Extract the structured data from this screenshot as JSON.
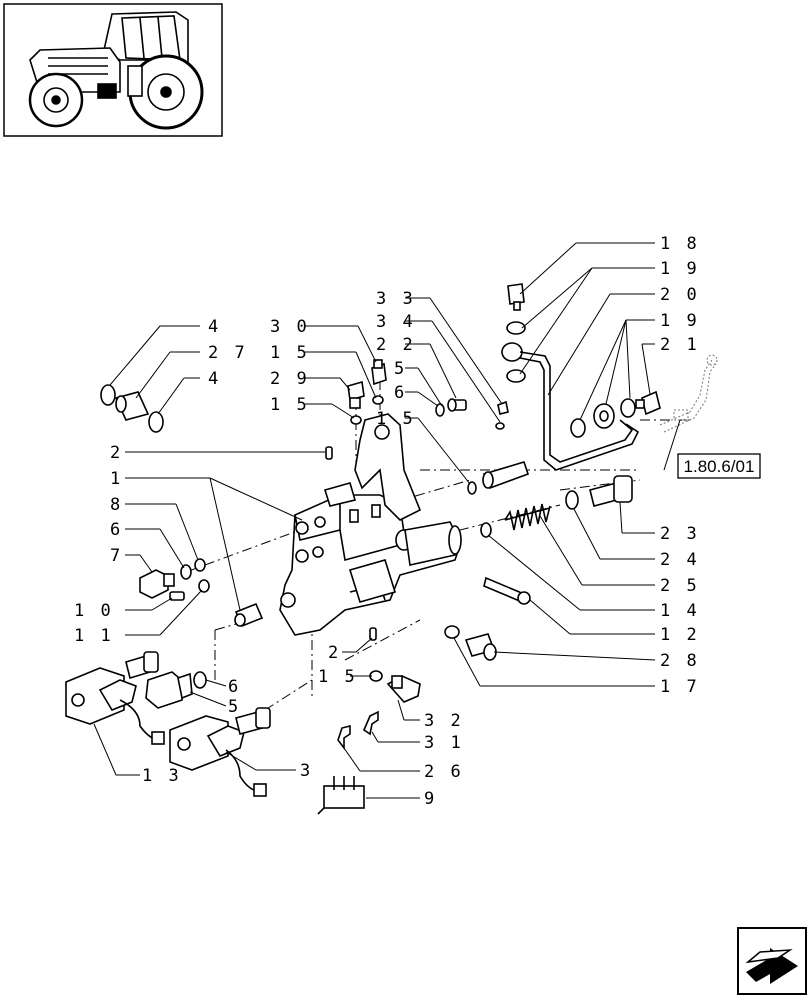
{
  "thumbnail": {
    "icon": "tractor-icon"
  },
  "reference_label": "1.80.6/01",
  "nav_icon": "next-page-arrow-icon",
  "callouts": {
    "c18": "1 8",
    "c19a": "1 9",
    "c20": "2 0",
    "c19b": "1 9",
    "c21": "2 1",
    "c33": "3 3",
    "c34": "3 4",
    "c30": "3 0",
    "c22": "2 2",
    "c15a": "1 5",
    "c5a": "5",
    "c29": "2 9",
    "c6a": "6",
    "c15b": "1 5",
    "c15c": "1 5",
    "c4a": "4",
    "c27": "2 7",
    "c4b": "4",
    "c2a": "2",
    "c1": "1",
    "c8": "8",
    "c6b": "6",
    "c7": "7",
    "c10": "1 0",
    "c11": "1 1",
    "c23": "2 3",
    "c24": "2 4",
    "c25": "2 5",
    "c14": "1 4",
    "c12": "1 2",
    "c28": "2 8",
    "c17": "1 7",
    "c2b": "2",
    "c15d": "1 5",
    "c6c": "6",
    "c5b": "5",
    "c32": "3 2",
    "c31": "3 1",
    "c26": "2 6",
    "c13": "1 3",
    "c3": "3",
    "c9": "9"
  }
}
